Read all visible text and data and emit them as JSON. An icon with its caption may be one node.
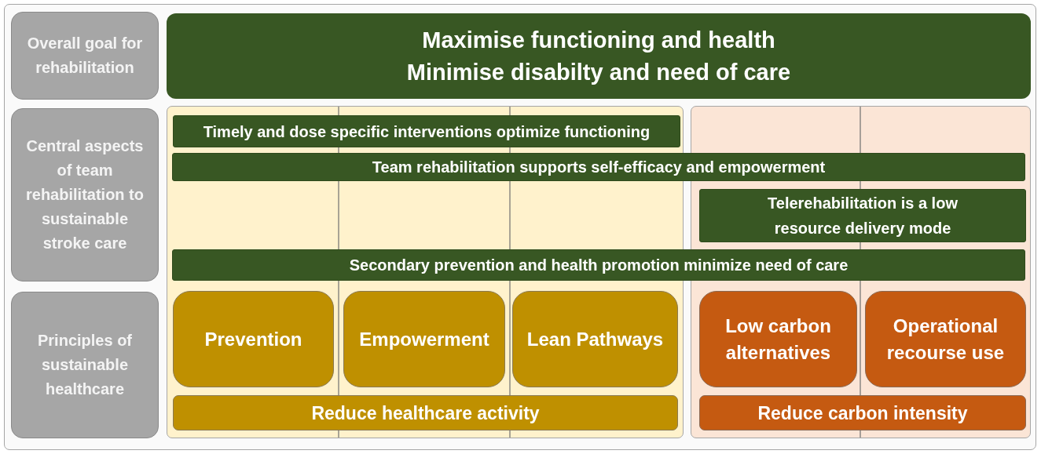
{
  "diagram": {
    "nodes": [
      {
        "text": [
          "Overall goal for rehabilitation"
        ]
      },
      {
        "text": [
          "Maximise functioning and health",
          "Minimise disabilty and need of care"
        ]
      },
      {
        "text": [
          "Central aspects of team rehabilitation to sustainable stroke care"
        ]
      },
      {
        "text": [],
        "shape": "box"
      },
      {
        "text": [
          "Timely and dose specific interventions optimize functioning"
        ],
        "in": 3
      },
      {
        "text": [],
        "shape": "box"
      },
      {
        "text": [
          "Team rehabilitation supports self-efficacy and empowerment"
        ]
      },
      {
        "text": [
          "Telerehabilitation is a low resource delivery mode"
        ],
        "in": 5
      },
      {
        "text": [
          "Secondary prevention and health promotion minimize need of care"
        ]
      },
      {
        "text": [
          "Principles of sustainable healthcare"
        ]
      },
      {
        "text": [
          "Prevention"
        ],
        "in": 3
      },
      {
        "text": [
          "Empowerment"
        ],
        "in": 3
      },
      {
        "text": [
          "Lean Pathways"
        ],
        "in": 3
      },
      {
        "text": [
          "Low carbon alternatives"
        ],
        "in": 5
      },
      {
        "text": [
          "Operational recourse use"
        ],
        "in": 5
      },
      {
        "text": [
          "Reduce healthcare activity"
        ],
        "in": 3
      },
      {
        "text": [
          "Reduce carbon intensity"
        ],
        "in": 5
      }
    ]
  }
}
